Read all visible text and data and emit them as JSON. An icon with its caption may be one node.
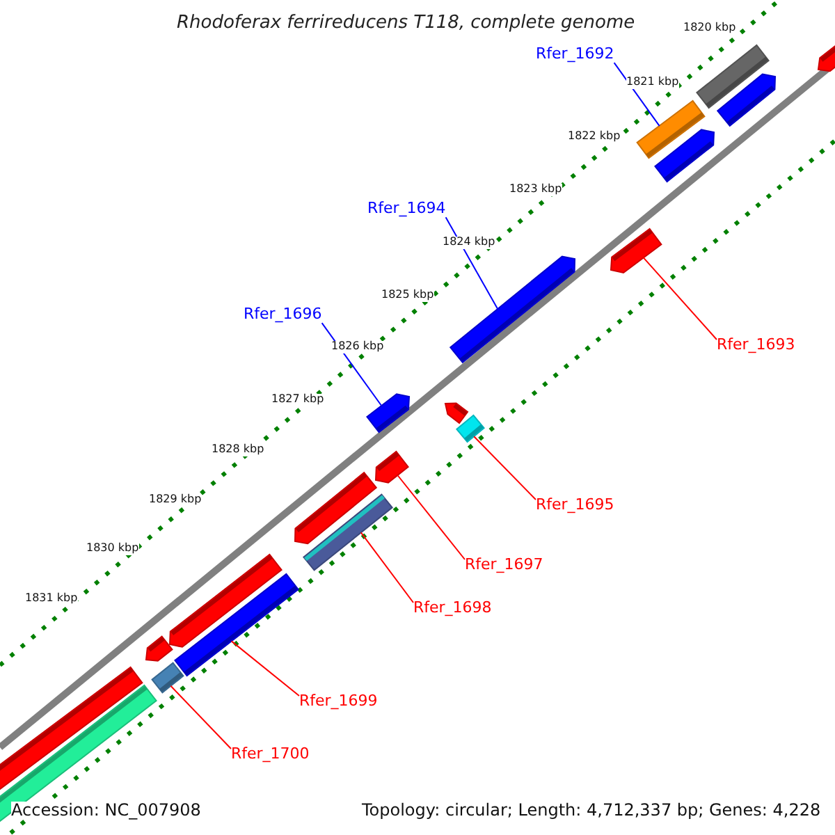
{
  "diagram": {
    "title": "Rhodoferax ferrireducens T118, complete genome",
    "nodes": [
      {
        "text": [
          "Rfer_1692"
        ]
      },
      {
        "text": [
          "Rfer_1694"
        ]
      },
      {
        "text": [
          "Rfer_1696"
        ]
      },
      {
        "text": [
          "Rfer_1693"
        ]
      },
      {
        "text": [
          "Rfer_1695"
        ]
      },
      {
        "text": [
          "Rfer_1697"
        ]
      },
      {
        "text": [
          "Rfer_1698"
        ]
      },
      {
        "text": [
          "Rfer_1699"
        ]
      },
      {
        "text": [
          "Rfer_1700"
        ]
      },
      {
        "text": [],
        "shape": "bar"
      },
      {
        "text": [],
        "shape": "bar"
      },
      {
        "text": [],
        "shape": "bar"
      },
      {
        "text": [],
        "shape": "bar"
      },
      {
        "text": [],
        "shape": "bar"
      },
      {
        "text": [],
        "shape": "bar"
      },
      {
        "text": [],
        "shape": "bar"
      },
      {
        "text": [],
        "shape": "bar"
      },
      {
        "text": [],
        "shape": "bar"
      },
      {
        "text": [],
        "shape": "bar"
      },
      {
        "text": [],
        "shape": "bar"
      },
      {
        "text": [],
        "shape": "bar"
      },
      {
        "text": [],
        "shape": "bar"
      },
      {
        "text": [],
        "shape": "bar"
      },
      {
        "text": [],
        "shape": "bar"
      },
      {
        "text": [],
        "shape": "bar"
      },
      {
        "text": [],
        "shape": "bar"
      },
      {
        "text": [],
        "shape": "bar"
      },
      {
        "text": [],
        "shape": "bar"
      }
    ],
    "edges": [
      {
        "from": 0,
        "to": 12,
        "arrow": "none",
        "color": "#0000ff"
      },
      {
        "from": 1,
        "to": 15,
        "arrow": "none",
        "color": "#0000ff"
      },
      {
        "from": 2,
        "to": 16,
        "arrow": "none",
        "color": "#0000ff"
      },
      {
        "from": 3,
        "to": 14,
        "arrow": "none"
      },
      {
        "from": 4,
        "to": 18,
        "arrow": "none"
      },
      {
        "from": 5,
        "to": 19,
        "arrow": "none"
      },
      {
        "from": 6,
        "to": 21,
        "arrow": "none"
      },
      {
        "from": 7,
        "to": 23,
        "arrow": "none"
      },
      {
        "from": 8,
        "to": 25,
        "arrow": "none"
      }
    ],
    "labels": [
      "1820 kbp",
      "1821 kbp",
      "1822 kbp",
      "1823 kbp",
      "1824 kbp",
      "1825 kbp",
      "1826 kbp",
      "1827 kbp",
      "1828 kbp",
      "1829 kbp",
      "1830 kbp",
      "1831 kbp",
      "Accession: NC_007908",
      "Topology: circular; Length: 4,712,337 bp; Genes: 4,228"
    ]
  }
}
